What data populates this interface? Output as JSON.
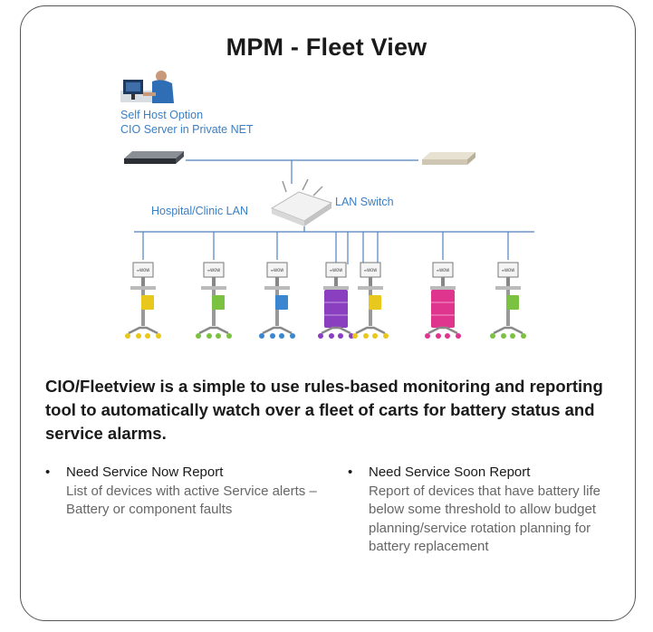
{
  "title": "MPM - Fleet View",
  "diagram": {
    "self_host_line1": "Self Host Option",
    "self_host_line2": "CIO Server in Private NET",
    "lan_label": "Hospital/Clinic LAN",
    "switch_label": "LAN Switch",
    "cart_screen_text": "≡WOW",
    "cart_colors": [
      "#e8c81c",
      "#7cc242",
      "#3a86d0",
      "#8a3fc0",
      "#e8c81c",
      "#e0358f",
      "#7cc242"
    ]
  },
  "headline": "CIO/Fleetview is a simple to use rules-based monitoring and reporting tool to automatically watch over a fleet of carts for battery status and service alarms.",
  "reports": [
    {
      "heading": "Need Service Now Report",
      "body": "List of devices with active Service alerts – Battery or component faults"
    },
    {
      "heading": "Need Service Soon Report",
      "body": "Report of devices that have battery life below some threshold to allow budget planning/service rotation planning for battery replacement"
    }
  ],
  "bullet": "•"
}
